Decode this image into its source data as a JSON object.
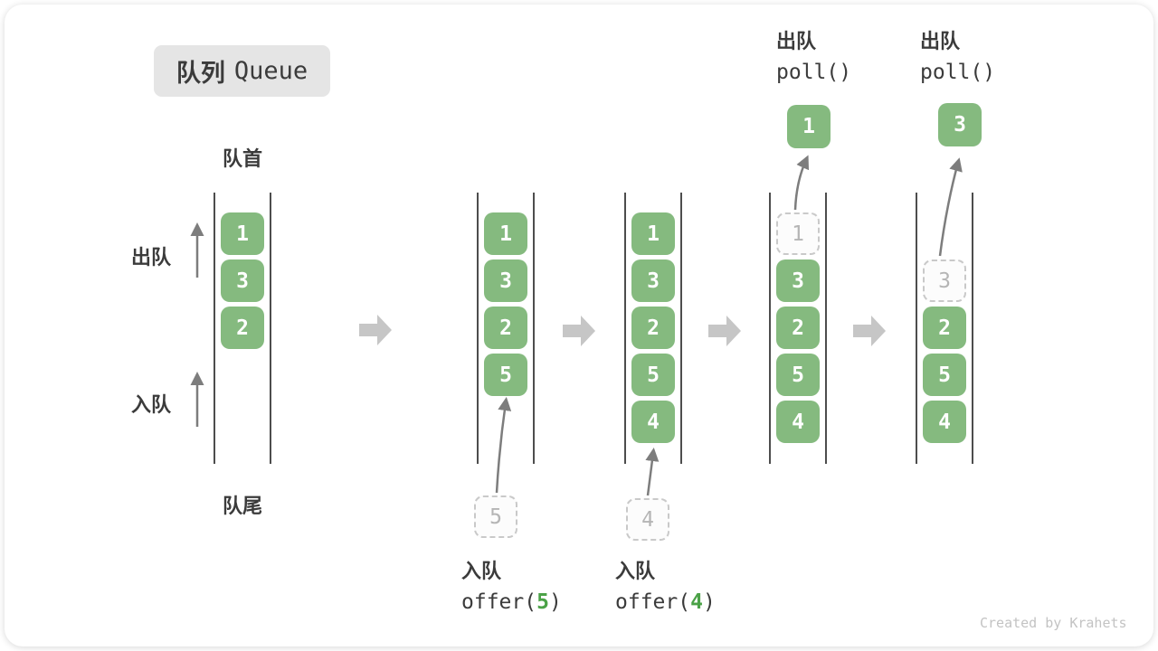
{
  "title": {
    "zh": "队列",
    "en": "Queue"
  },
  "side_labels": {
    "front": "队首",
    "rear": "队尾",
    "dequeue": "出队",
    "enqueue": "入队"
  },
  "poll_annotations": [
    {
      "op": "出队",
      "fn": "poll()",
      "value": "1"
    },
    {
      "op": "出队",
      "fn": "poll()",
      "value": "3"
    }
  ],
  "offer_annotations": [
    {
      "op": "入队",
      "fn_open": "offer(",
      "arg": "5",
      "fn_close": ")",
      "value": "5"
    },
    {
      "op": "入队",
      "fn_open": "offer(",
      "arg": "4",
      "fn_close": ")",
      "value": "4"
    }
  ],
  "queues": [
    {
      "name": "state-initial",
      "cells": [
        {
          "v": "1",
          "style": "solid"
        },
        {
          "v": "3",
          "style": "solid"
        },
        {
          "v": "2",
          "style": "solid"
        }
      ]
    },
    {
      "name": "state-after-offer-5",
      "cells": [
        {
          "v": "1",
          "style": "solid"
        },
        {
          "v": "3",
          "style": "solid"
        },
        {
          "v": "2",
          "style": "solid"
        },
        {
          "v": "5",
          "style": "solid"
        }
      ]
    },
    {
      "name": "state-after-offer-4",
      "cells": [
        {
          "v": "1",
          "style": "solid"
        },
        {
          "v": "3",
          "style": "solid"
        },
        {
          "v": "2",
          "style": "solid"
        },
        {
          "v": "5",
          "style": "solid"
        },
        {
          "v": "4",
          "style": "solid"
        }
      ]
    },
    {
      "name": "state-after-poll-1",
      "cells": [
        {
          "v": "1",
          "style": "dashed"
        },
        {
          "v": "3",
          "style": "solid"
        },
        {
          "v": "2",
          "style": "solid"
        },
        {
          "v": "5",
          "style": "solid"
        },
        {
          "v": "4",
          "style": "solid"
        }
      ]
    },
    {
      "name": "state-after-poll-3",
      "cells": [
        {
          "v": "3",
          "style": "dashed"
        },
        {
          "v": "2",
          "style": "solid"
        },
        {
          "v": "5",
          "style": "solid"
        },
        {
          "v": "4",
          "style": "solid"
        }
      ]
    }
  ],
  "credit": "Created by Krahets",
  "colors": {
    "cell_green": "#85ba7f",
    "code_arg_green": "#4ba247",
    "text_dark": "#3b3b3b",
    "line_dark": "#4d4d4d",
    "flow_arrow_gray": "#c6c6c6",
    "curve_arrow_gray": "#7d7d7d",
    "dashed_border": "#c9c9c9",
    "badge_bg": "#e5e5e5"
  }
}
